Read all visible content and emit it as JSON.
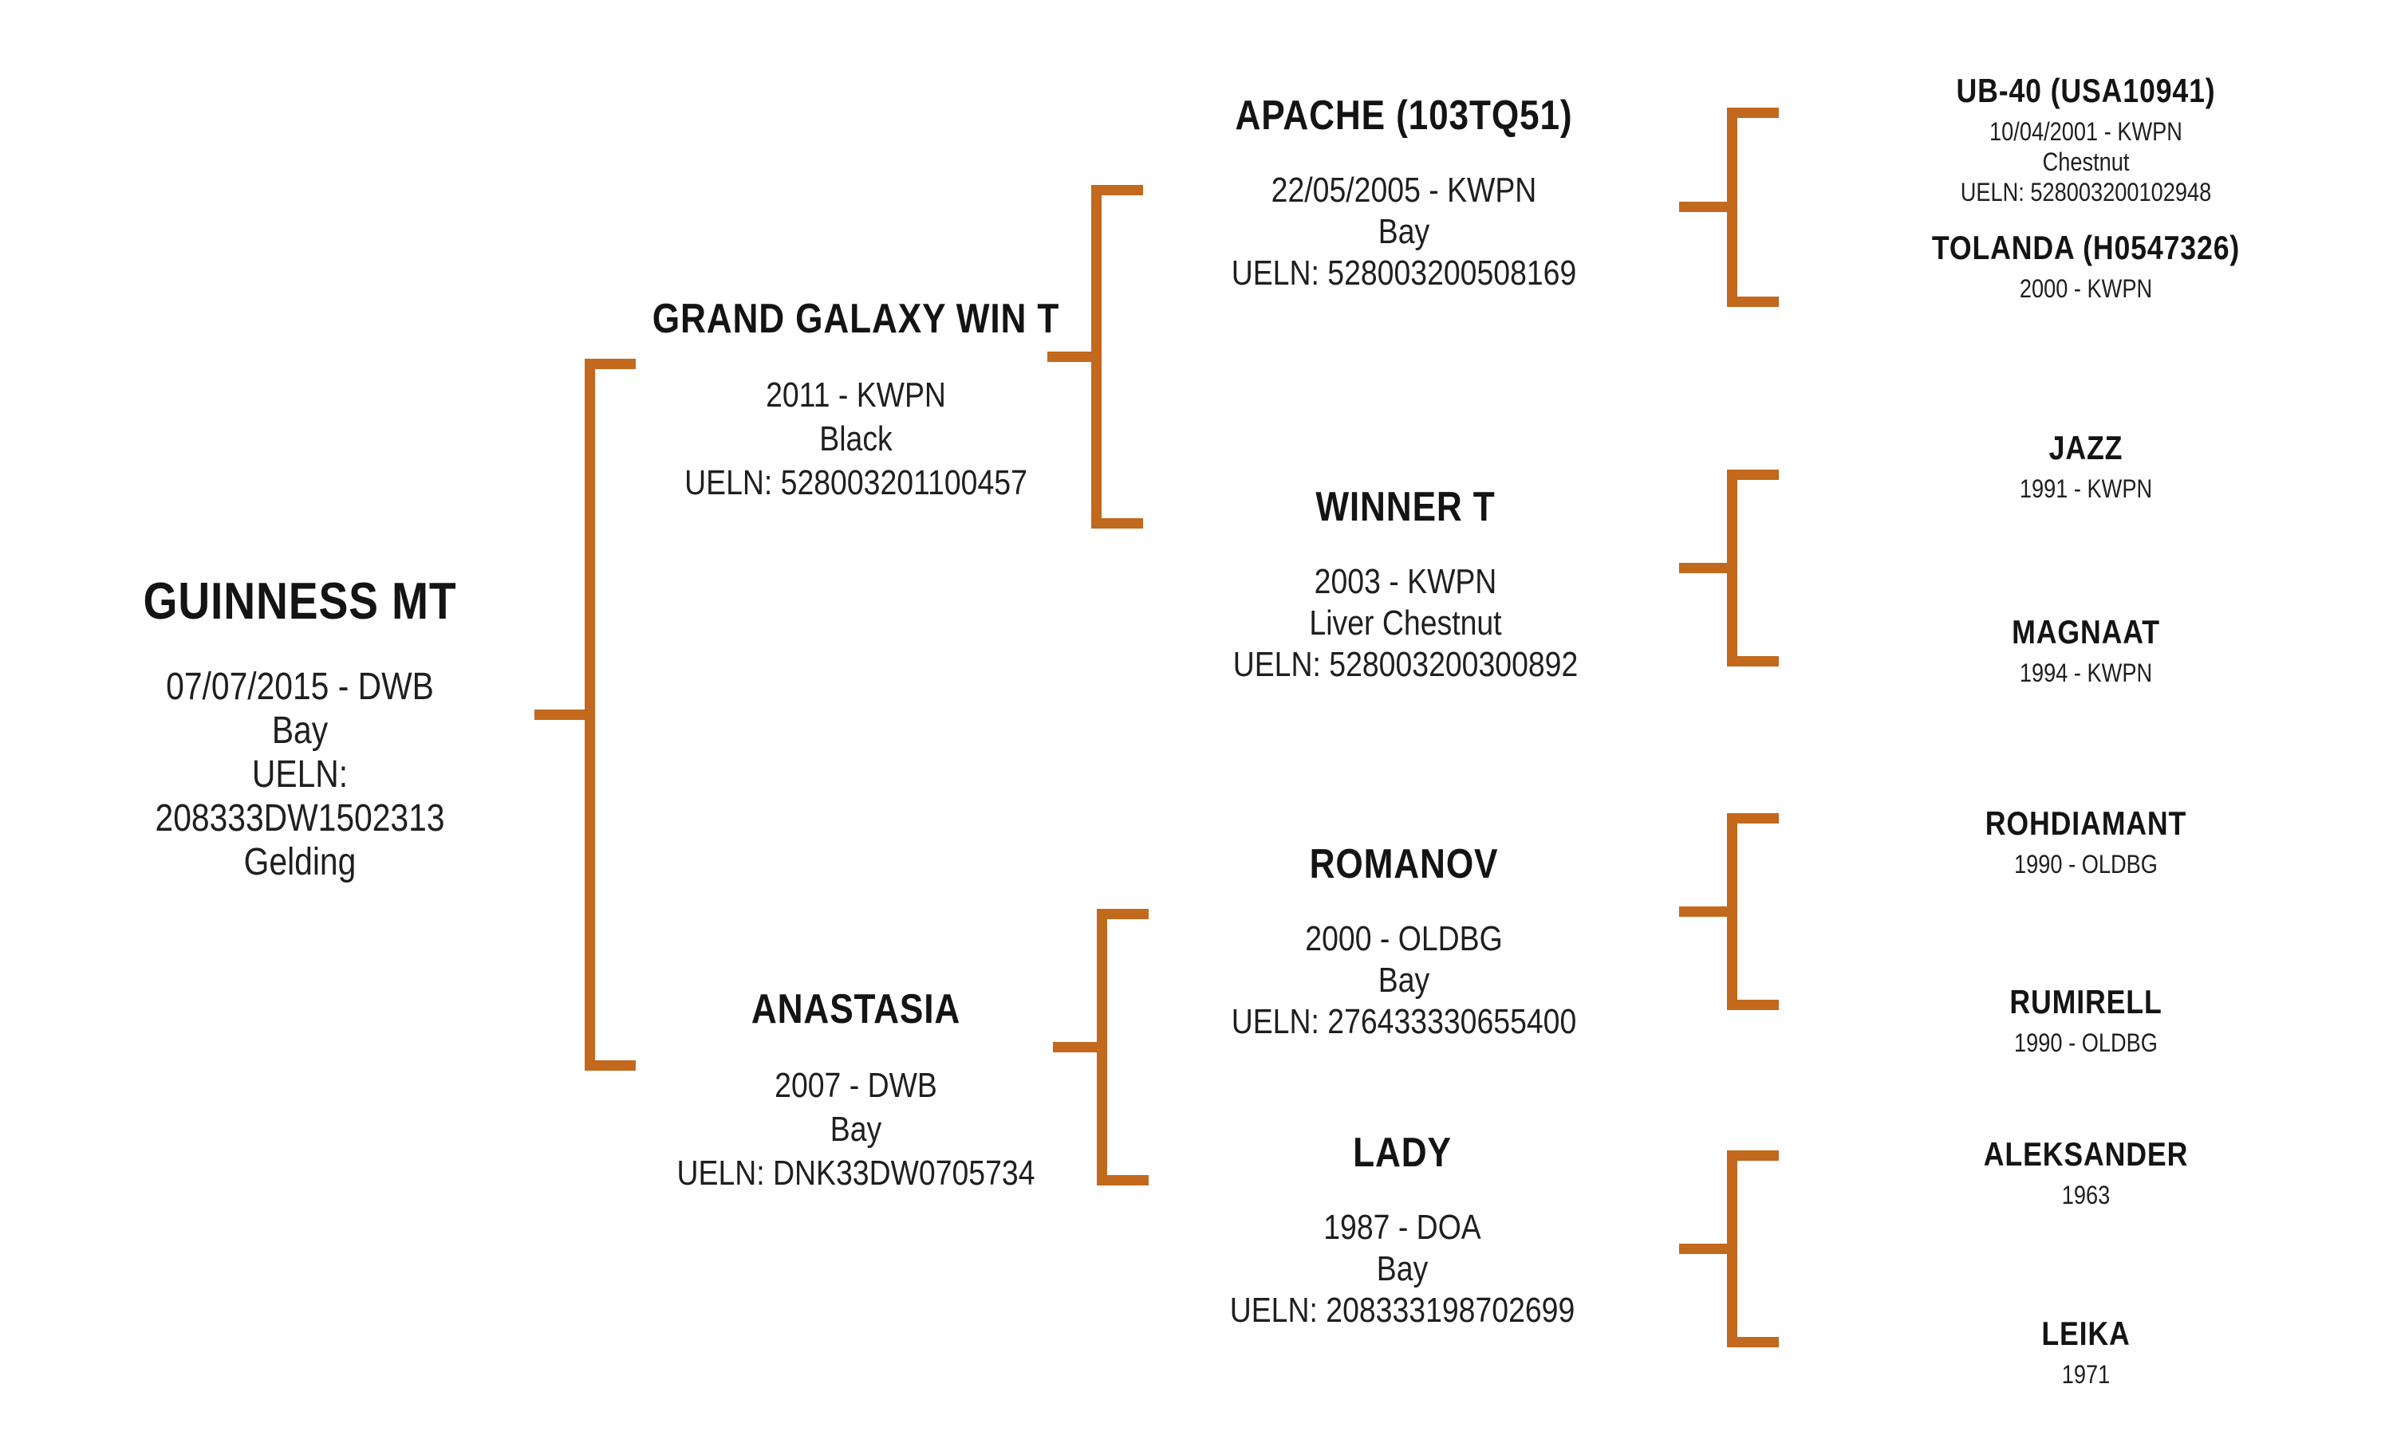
{
  "accent_color": "#C2691D",
  "pedigree": {
    "subject": {
      "name": "GUINNESS MT",
      "details": [
        "07/07/2015 - DWB",
        "Bay",
        "UELN:",
        "208333DW1502313",
        "Gelding"
      ]
    },
    "gen2": [
      {
        "name": "GRAND GALAXY WIN T",
        "details": [
          "2011 - KWPN",
          "Black",
          "UELN: 528003201100457"
        ]
      },
      {
        "name": "ANASTASIA",
        "details": [
          "2007 - DWB",
          "Bay",
          "UELN: DNK33DW0705734"
        ]
      }
    ],
    "gen3": [
      {
        "name": "APACHE (103TQ51)",
        "details": [
          "22/05/2005 - KWPN",
          "Bay",
          "UELN: 528003200508169"
        ]
      },
      {
        "name": "WINNER T",
        "details": [
          "2003 - KWPN",
          "Liver Chestnut",
          "UELN: 528003200300892"
        ]
      },
      {
        "name": "ROMANOV",
        "details": [
          "2000 - OLDBG",
          "Bay",
          "UELN: 276433330655400"
        ]
      },
      {
        "name": "LADY",
        "details": [
          "1987 - DOA",
          "Bay",
          "UELN: 208333198702699"
        ]
      }
    ],
    "gen4": [
      {
        "name": "UB-40 (USA10941)",
        "details": [
          "10/04/2001 - KWPN",
          "Chestnut",
          "UELN: 528003200102948"
        ]
      },
      {
        "name": "TOLANDA (H0547326)",
        "details": [
          "2000 - KWPN"
        ]
      },
      {
        "name": "JAZZ",
        "details": [
          "1991 - KWPN"
        ]
      },
      {
        "name": "MAGNAAT",
        "details": [
          "1994 - KWPN"
        ]
      },
      {
        "name": "ROHDIAMANT",
        "details": [
          "1990 - OLDBG"
        ]
      },
      {
        "name": "RUMIRELL",
        "details": [
          "1990 - OLDBG"
        ]
      },
      {
        "name": "ALEKSANDER",
        "details": [
          "1963"
        ]
      },
      {
        "name": "LEIKA",
        "details": [
          "1971"
        ]
      }
    ]
  }
}
